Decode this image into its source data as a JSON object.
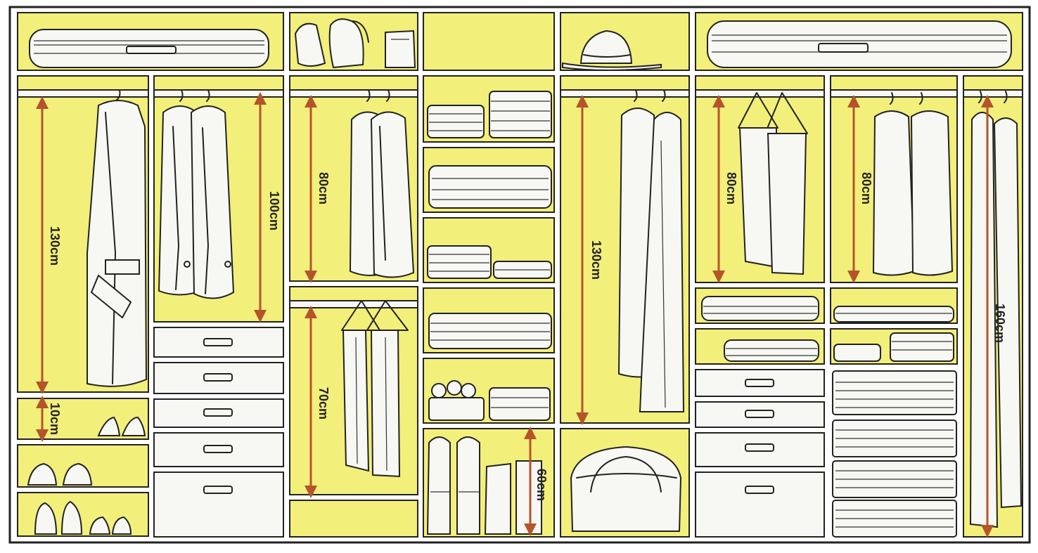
{
  "colors": {
    "panel": "#f2ef7a",
    "frame": "#222222",
    "arrow": "#b5542a",
    "item": "#f7f7f4"
  },
  "dimensions": {
    "left_long": "130cm",
    "left_short": "10cm",
    "jacket": "100cm",
    "shirts": "80cm",
    "trousers": "70cm",
    "coat_centre": "130cm",
    "boots": "60cm",
    "hang_right": "80cm",
    "jackets_right": "80cm",
    "long_dress": "160cm"
  },
  "icons": [
    "suitcase-icon",
    "backpack-icon",
    "hat-icon",
    "coat-icon",
    "shirt-icon",
    "trousers-icon",
    "folded-clothes-icon",
    "shoes-icon",
    "boots-icon",
    "handbag-icon",
    "wire-basket-icon",
    "dress-icon"
  ]
}
